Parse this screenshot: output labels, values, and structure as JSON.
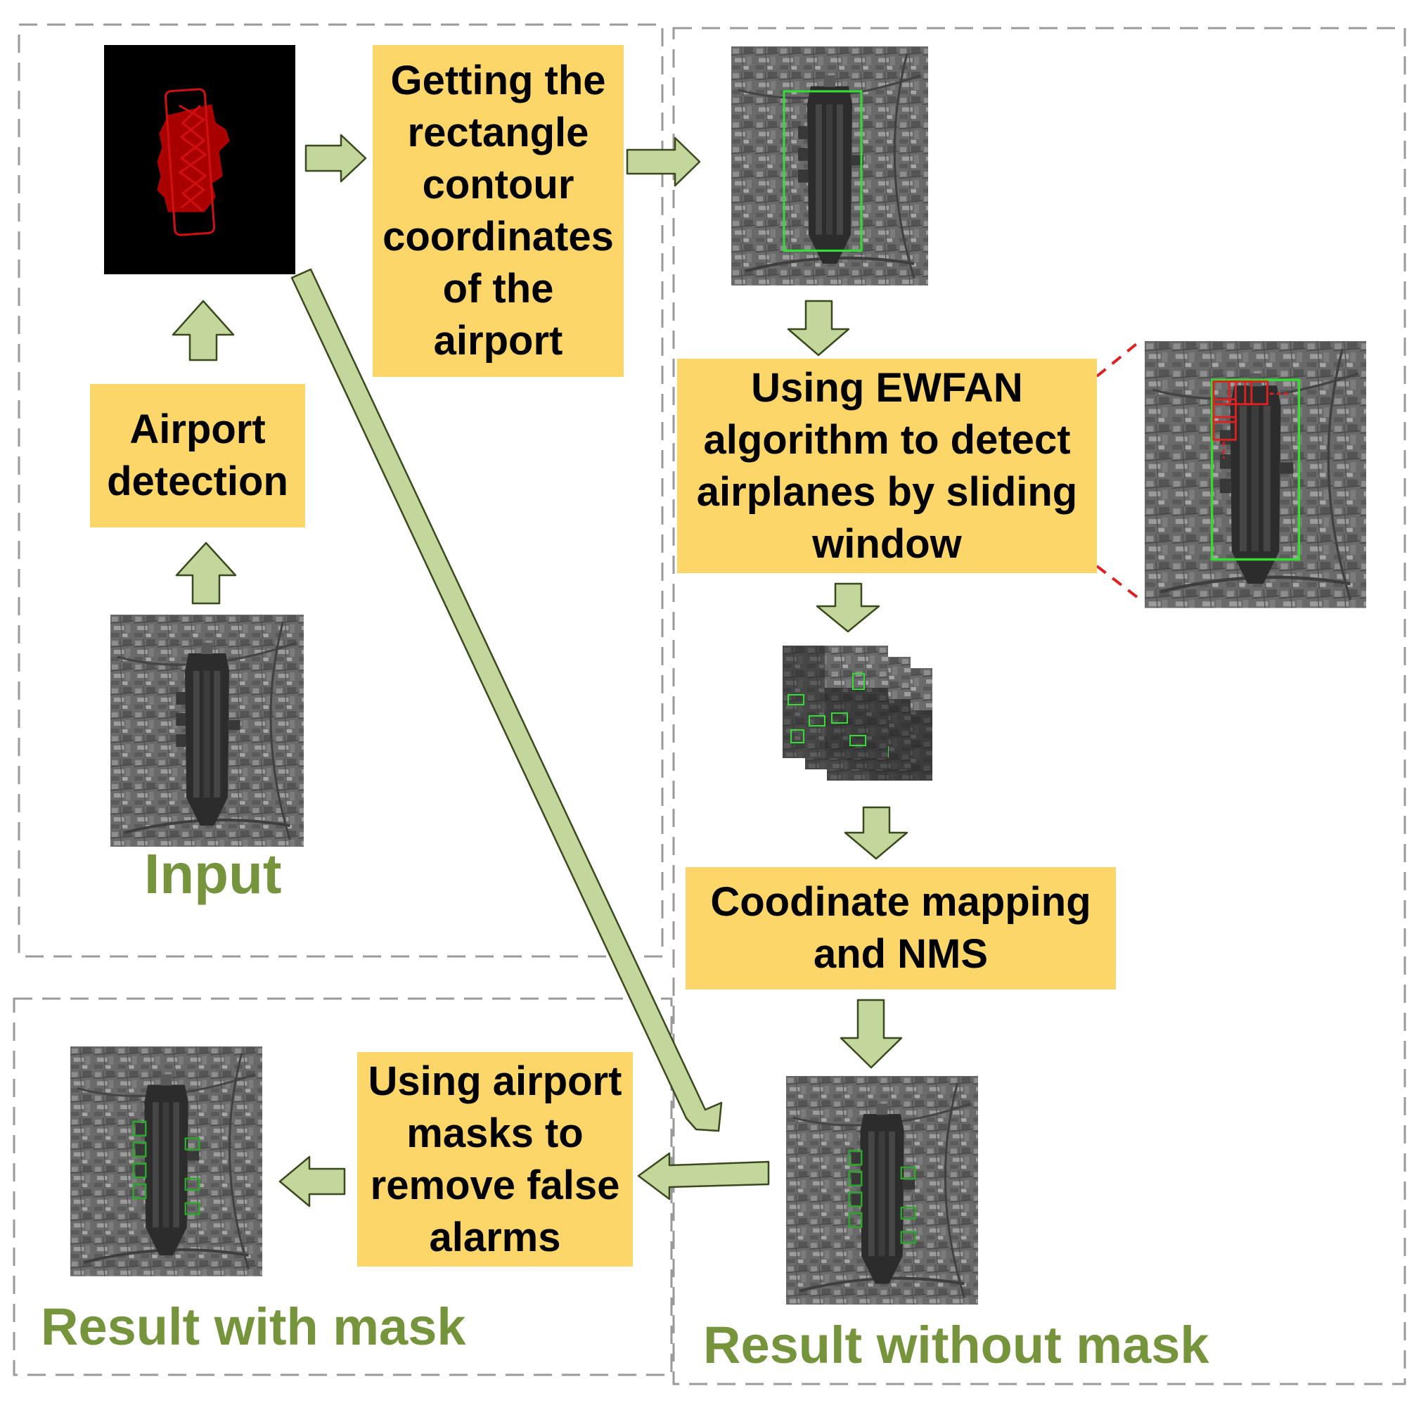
{
  "steps": {
    "airport_detection": "Airport detection",
    "rect_contour": "Getting the rectangle contour coordinates of the airport",
    "ewfan": "Using EWFAN algorithm to detect airplanes by sliding window",
    "mapping_nms": "Coodinate mapping and NMS",
    "mask_filter": "Using airport masks to remove false alarms"
  },
  "captions": {
    "input": "Input",
    "result_with_mask": "Result with mask",
    "result_without_mask": "Result without mask"
  },
  "colors": {
    "box_fill": "#fcd669",
    "arrow_fill": "#c3d69b",
    "arrow_stroke": "#3a4a1e",
    "caption_green": "#76943c",
    "detection_green": "#33dd33",
    "mask_red": "#c00000",
    "frame_dash": "#9a9a9a"
  }
}
